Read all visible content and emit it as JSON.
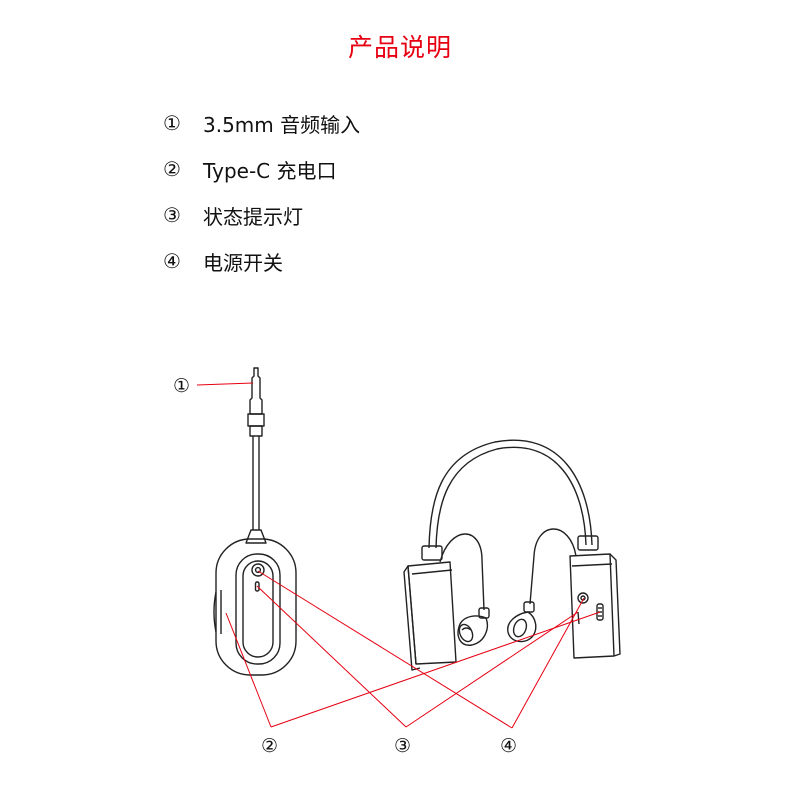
{
  "title": "产品说明",
  "title_color": "#e60012",
  "leader_color": "#e60012",
  "specs": [
    {
      "marker": "①",
      "label": "3.5mm 音频输入"
    },
    {
      "marker": "②",
      "label": "Type-C 充电口"
    },
    {
      "marker": "③",
      "label": "状态提示灯"
    },
    {
      "marker": "④",
      "label": "电源开关"
    }
  ],
  "callouts": {
    "jack": "①",
    "charge": "②",
    "led": "③",
    "power": "④"
  }
}
